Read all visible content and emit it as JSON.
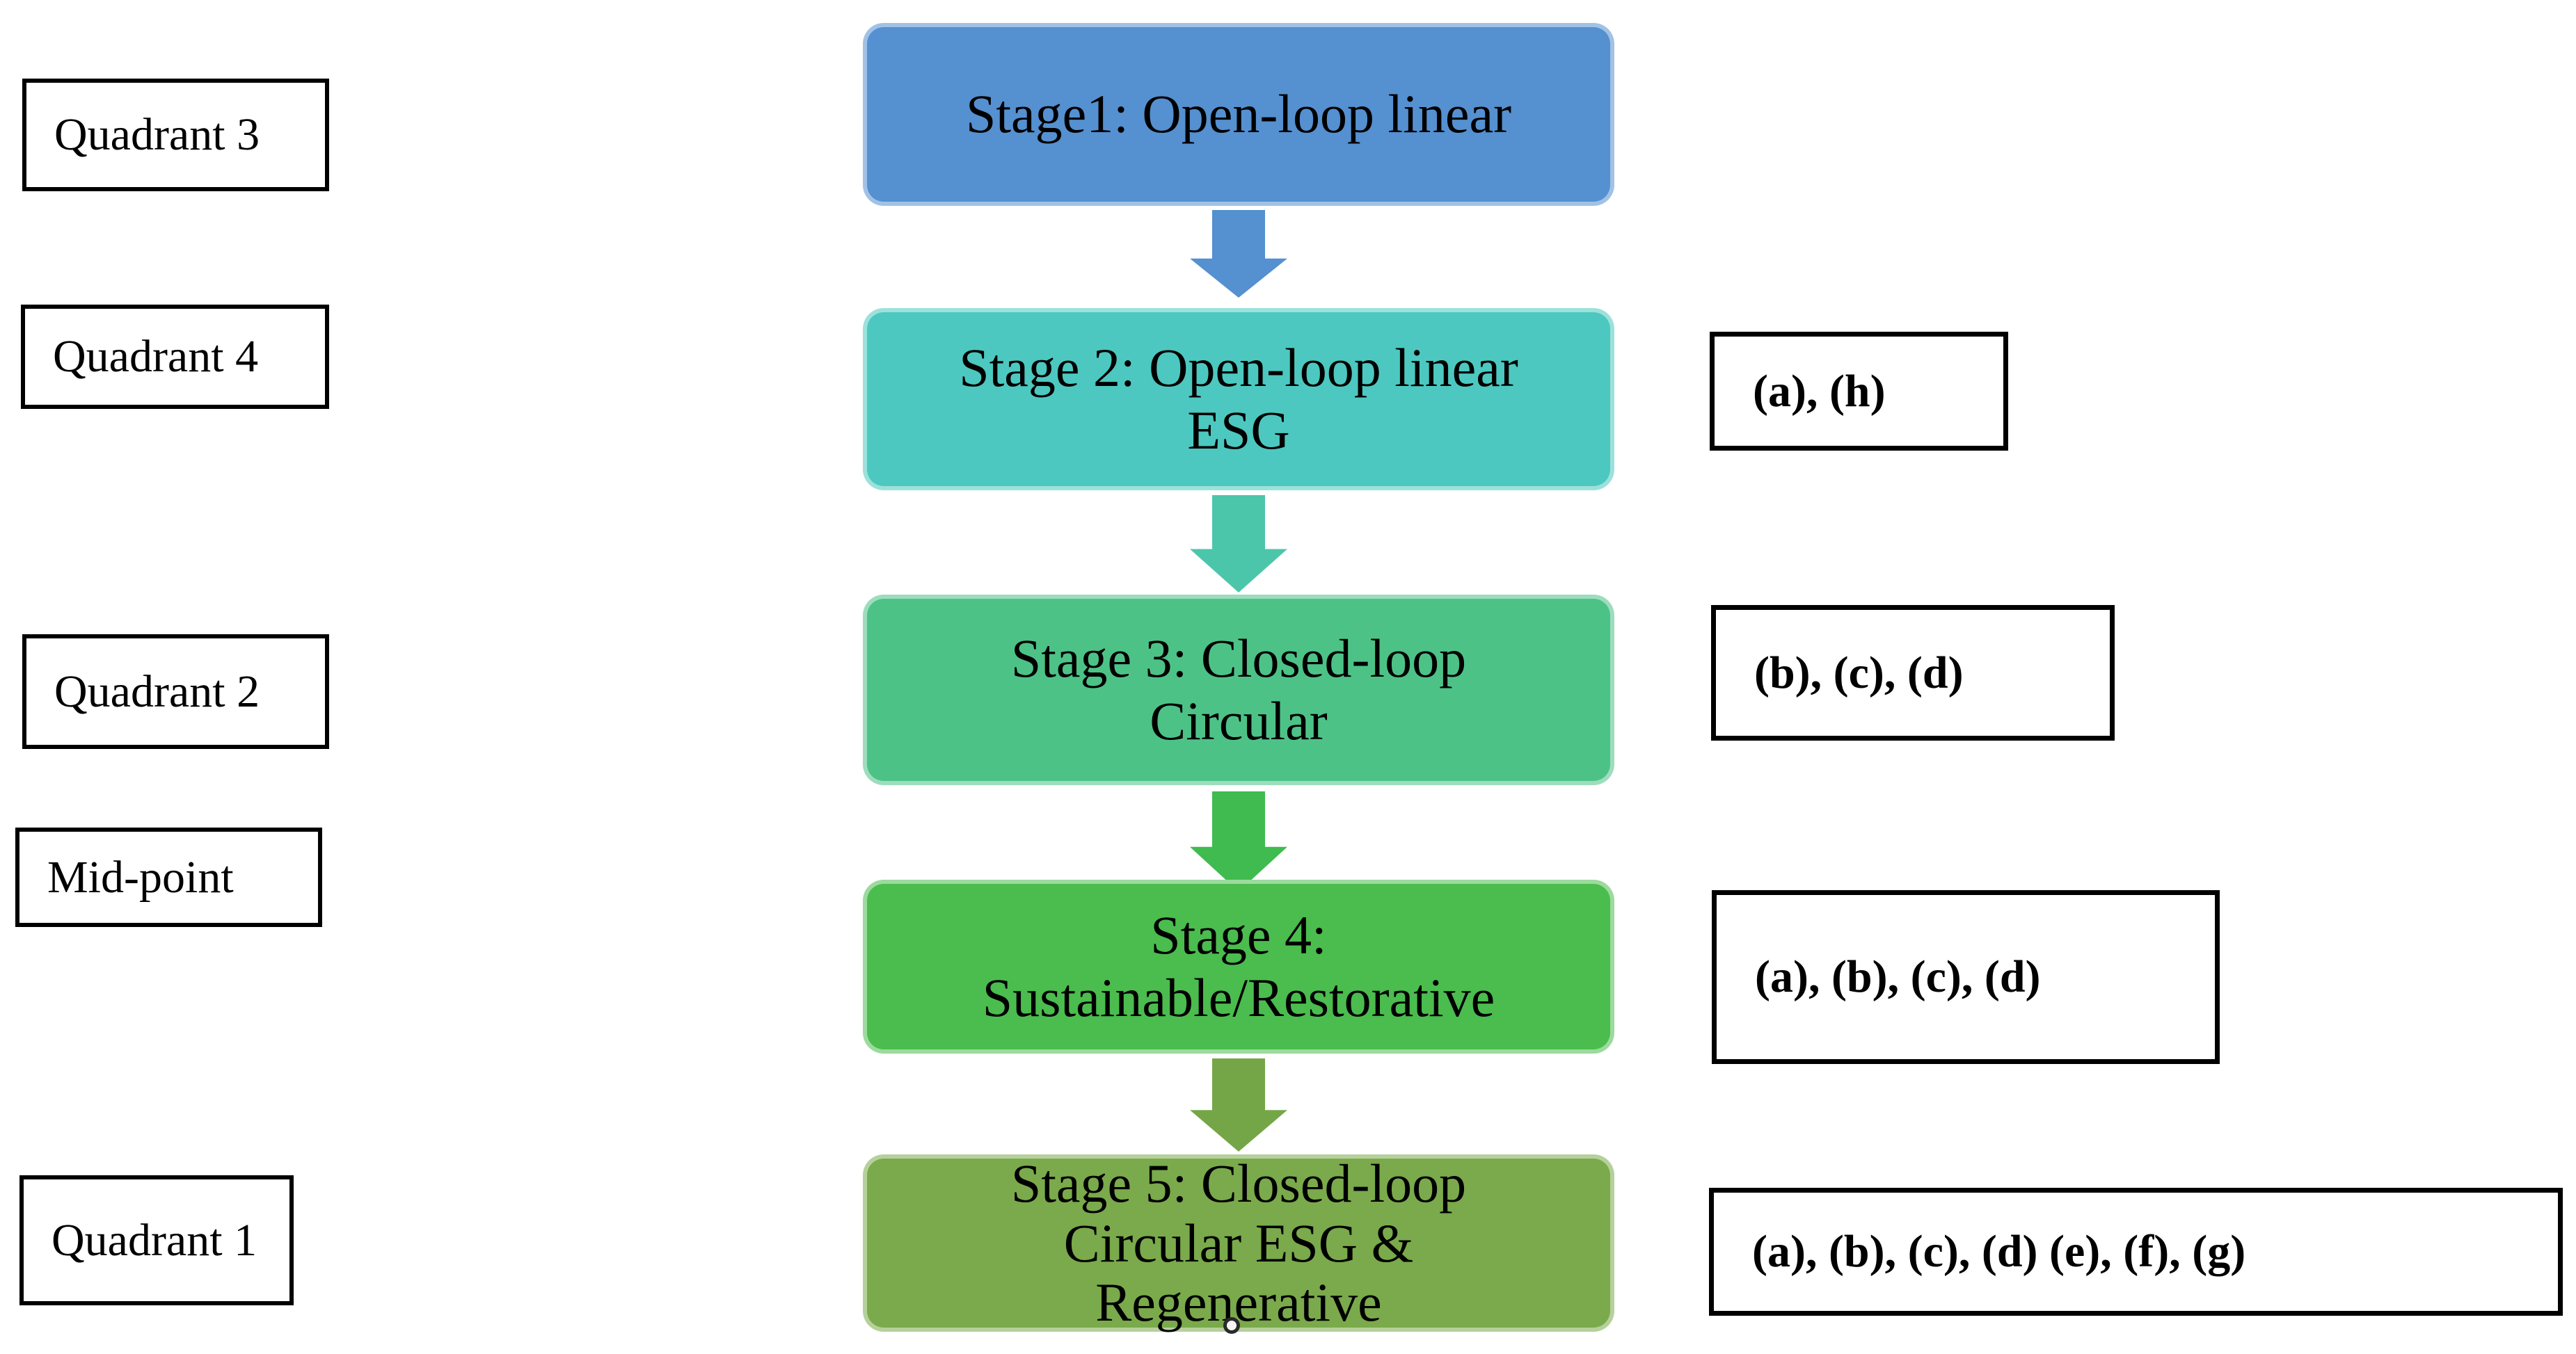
{
  "diagram": {
    "background": "#ffffff",
    "quadrants": [
      {
        "label": "Quadrant 3"
      },
      {
        "label": "Quadrant 4"
      },
      {
        "label": "Quadrant 2"
      },
      {
        "label": "Mid-point"
      },
      {
        "label": "Quadrant 1"
      }
    ],
    "stages": [
      {
        "color": "#5590d0",
        "lines": [
          "Stage1: Open-loop linear"
        ]
      },
      {
        "color": "#4cc8c0",
        "lines": [
          "Stage 2: Open-loop linear",
          "ESG"
        ]
      },
      {
        "color": "#4dc287",
        "lines": [
          "Stage 3: Closed-loop",
          "Circular"
        ]
      },
      {
        "color": "#4bbc4e",
        "lines": [
          "Stage 4:",
          "Sustainable/Restorative"
        ]
      },
      {
        "color": "#7aaa4b",
        "lines": [
          "Stage 5: Closed-loop",
          "Circular ESG &",
          "Regenerative"
        ]
      }
    ],
    "arrows": [
      {
        "color": "#5590d0"
      },
      {
        "color": "#4cc6ab"
      },
      {
        "color": "#3fbb4f"
      },
      {
        "color": "#74a647"
      }
    ],
    "annotations": [
      {
        "label": "(a), (h)"
      },
      {
        "label": "(b), (c), (d)"
      },
      {
        "label": "(a), (b), (c), (d)"
      },
      {
        "label": "(a), (b), (c), (d) (e), (f), (g)"
      }
    ]
  }
}
